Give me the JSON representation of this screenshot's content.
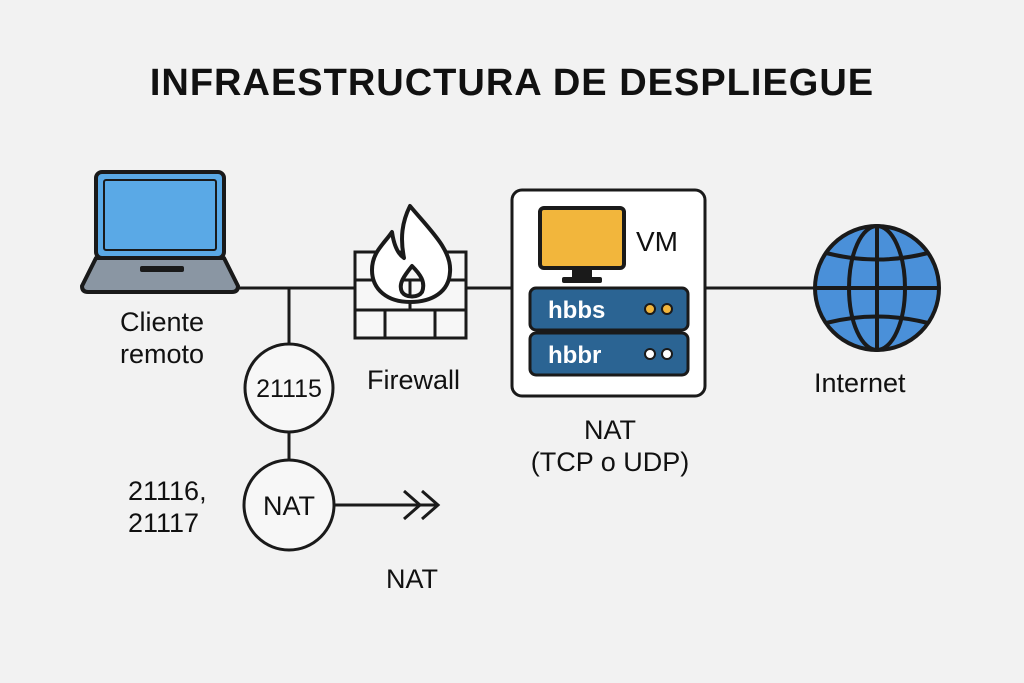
{
  "title": "INFRAESTRUCTURA DE DESPLIEGUE",
  "nodes": {
    "client": {
      "label_line1": "Cliente",
      "label_line2": "remoto"
    },
    "firewall": {
      "label": "Firewall"
    },
    "vm": {
      "label": "VM",
      "server1": "hbbs",
      "server2": "hbbr",
      "caption_line1": "NAT",
      "caption_line2": "(TCP o UDP)"
    },
    "internet": {
      "label": "Internet"
    },
    "port_circle": {
      "label": "21115"
    },
    "nat_circle": {
      "label": "NAT"
    },
    "ports_text": {
      "line1": "21116,",
      "line2": "21117"
    },
    "nat_arrow_label": {
      "label": "NAT"
    }
  },
  "colors": {
    "background": "#f2f2f2",
    "stroke": "#1a1a1a",
    "laptop_screen": "#5aa9e6",
    "laptop_body": "#8a96a3",
    "vm_monitor": "#f2b63c",
    "server": "#2b6493",
    "server_led": "#f2b63c",
    "globe": "#4a90d9"
  },
  "icons": [
    "laptop-icon",
    "firewall-icon",
    "flame-icon",
    "monitor-icon",
    "server-icon",
    "globe-icon",
    "arrow-icon"
  ]
}
